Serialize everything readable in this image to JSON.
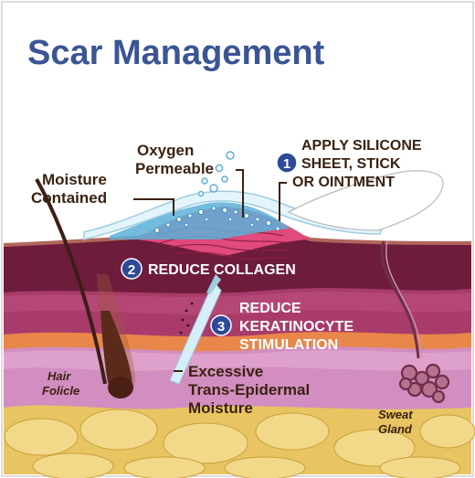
{
  "title": "Scar Management",
  "colors": {
    "title": "#3b5495",
    "badge": "#2d4a98",
    "label_dark": "#3a2210",
    "label_light": "#ffffff",
    "epidermis": "#6e1c3c",
    "dermis": "#a83b6a",
    "hypodermis": "#d28ec0",
    "fat": "#e8c462",
    "silicone": "#e4f4fb",
    "scar": "#e04a7c"
  },
  "labels": {
    "oxygen": [
      "Oxygen",
      "Permeable"
    ],
    "moisture": [
      "Moisture",
      "Contained"
    ],
    "hair": [
      "Hair",
      "Folicle"
    ],
    "sweat": [
      "Sweat",
      "Gland"
    ],
    "excessive": [
      "Excessive",
      "Trans-Epidermal",
      "Moisture"
    ]
  },
  "steps": [
    {
      "number": "1",
      "lines": [
        "APPLY SILICONE",
        "SHEET, STICK",
        "OR OINTMENT"
      ]
    },
    {
      "number": "2",
      "lines": [
        "REDUCE COLLAGEN"
      ]
    },
    {
      "number": "3",
      "lines": [
        "REDUCE",
        "KERATINOCYTE",
        "STIMULATION"
      ]
    }
  ],
  "icons": {
    "hair": "hair-follicle-icon",
    "sweat": "sweat-gland-icon",
    "bubbles": "oxygen-bubbles-icon"
  }
}
